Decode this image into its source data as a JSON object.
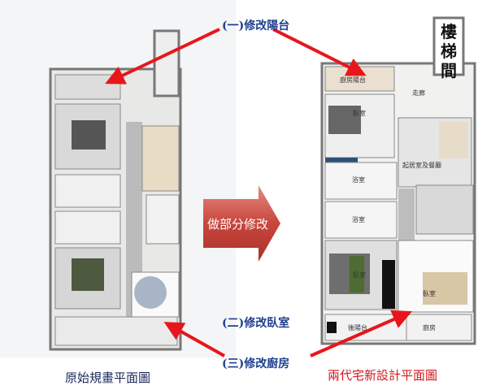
{
  "annotations": {
    "balcony": "(一)修改陽台",
    "center_arrow": "做部分修改",
    "bedroom": "(二)修改臥室",
    "kitchen": "(三)修改廚房"
  },
  "captions": {
    "original": "原始規畫平面圖",
    "new": "兩代宅新設計平面圖"
  },
  "new_plan_rooms": {
    "stairwell": [
      "樓",
      "梯",
      "間"
    ],
    "kitchen_balcony": "廚房陽台",
    "corridor": "走廊",
    "bedroom_1": "臥室",
    "living_dining": "起居室及餐廳",
    "bathroom_1": "浴室",
    "bathroom_2": "浴室",
    "bedroom_2": "臥室",
    "bedroom_3": "臥室",
    "back_balcony": "後陽台",
    "kitchen": "廚房"
  },
  "colors": {
    "arrow": "#e8161b",
    "label": "#1f3f8f",
    "caption_new": "#d3171d",
    "caption_original": "#1b2a5c"
  }
}
